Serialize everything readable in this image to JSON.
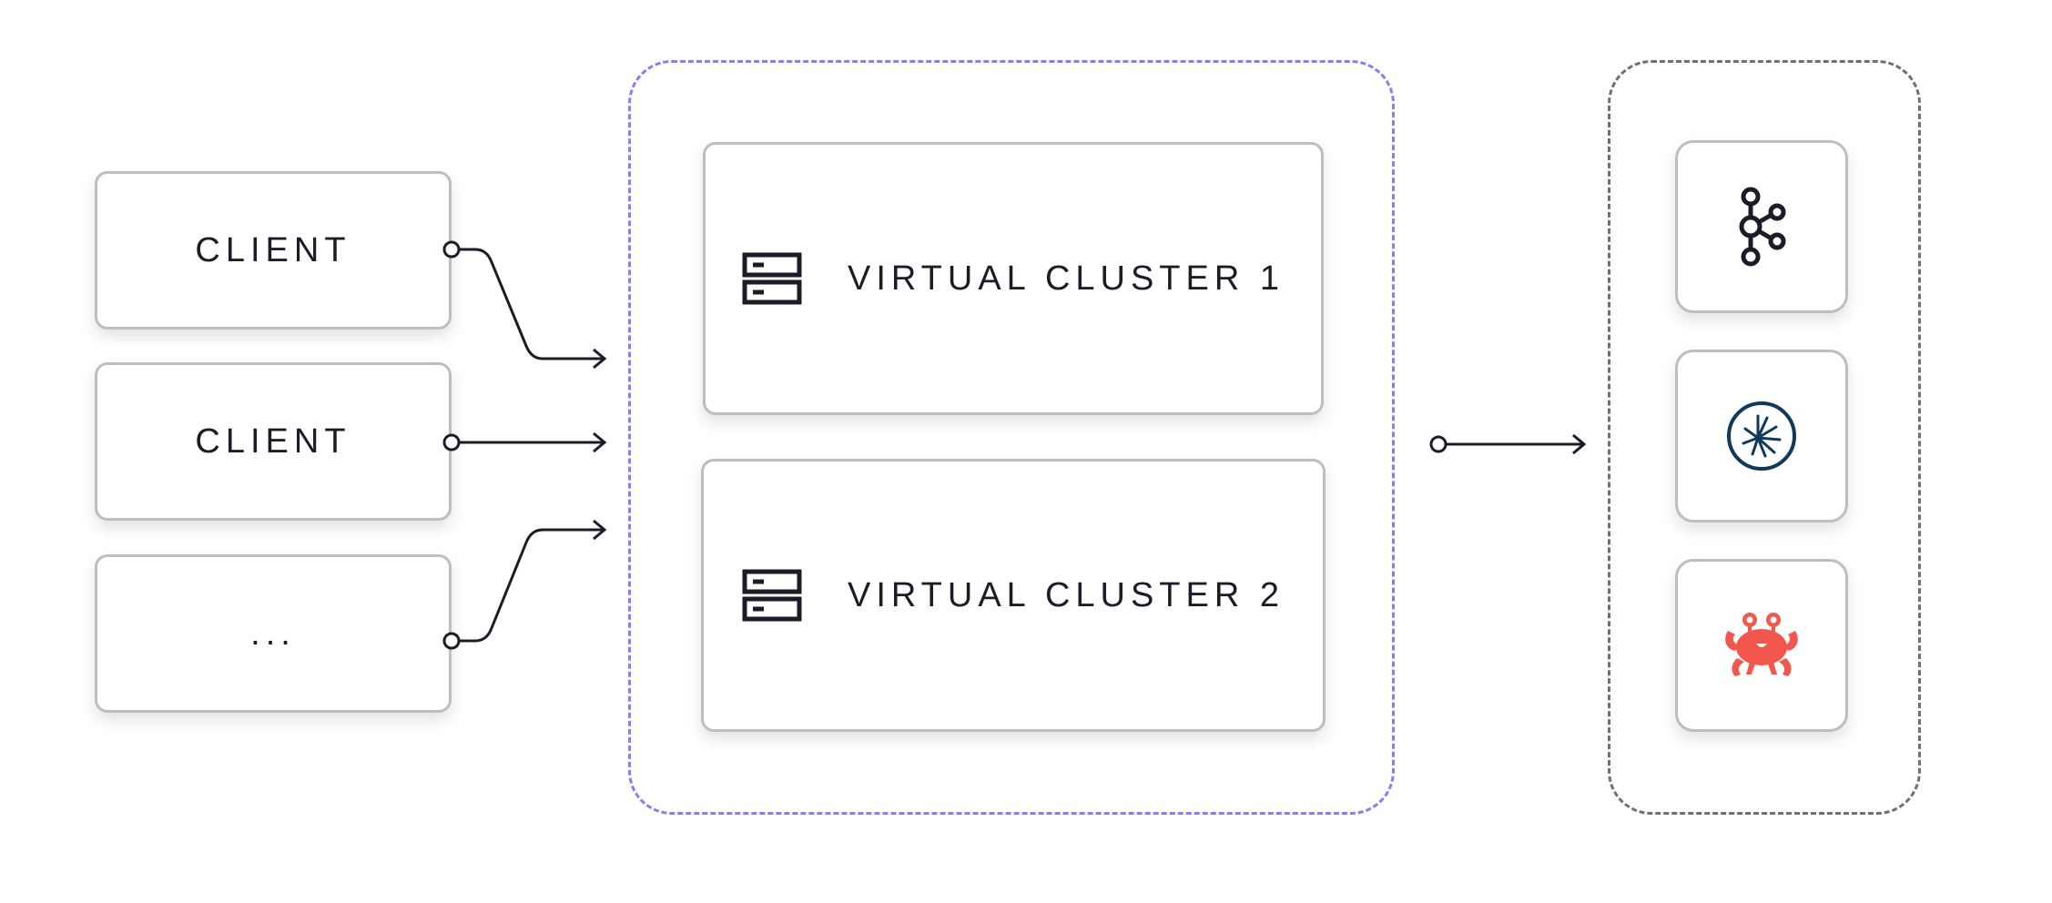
{
  "clients": [
    {
      "label": "CLIENT"
    },
    {
      "label": "CLIENT"
    },
    {
      "label": "..."
    }
  ],
  "virtual_clusters": [
    {
      "label": "VIRTUAL CLUSTER 1",
      "icon": "server-icon"
    },
    {
      "label": "VIRTUAL CLUSTER 2",
      "icon": "server-icon"
    }
  ],
  "backends": [
    {
      "icon": "kafka-logo-icon",
      "color": "#1c1b27"
    },
    {
      "icon": "starburst-logo-icon",
      "color": "#0f3a5c"
    },
    {
      "icon": "crab-logo-icon",
      "color": "#f2564d"
    }
  ],
  "colors": {
    "proxy_group_border": "#8b7cf0",
    "backend_group_border": "#707070",
    "box_border": "#bdbdc2",
    "line": "#1c1b27"
  }
}
